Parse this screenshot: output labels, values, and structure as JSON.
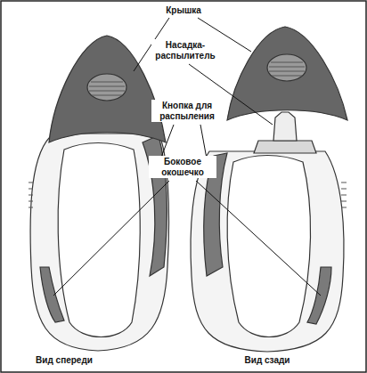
{
  "diagram": {
    "labels": [
      "Крышка",
      "Насадка-распылитель",
      "Кнопка для распыления",
      "Боковое окошечко",
      "Вид спереди",
      "Вид сзади"
    ]
  }
}
